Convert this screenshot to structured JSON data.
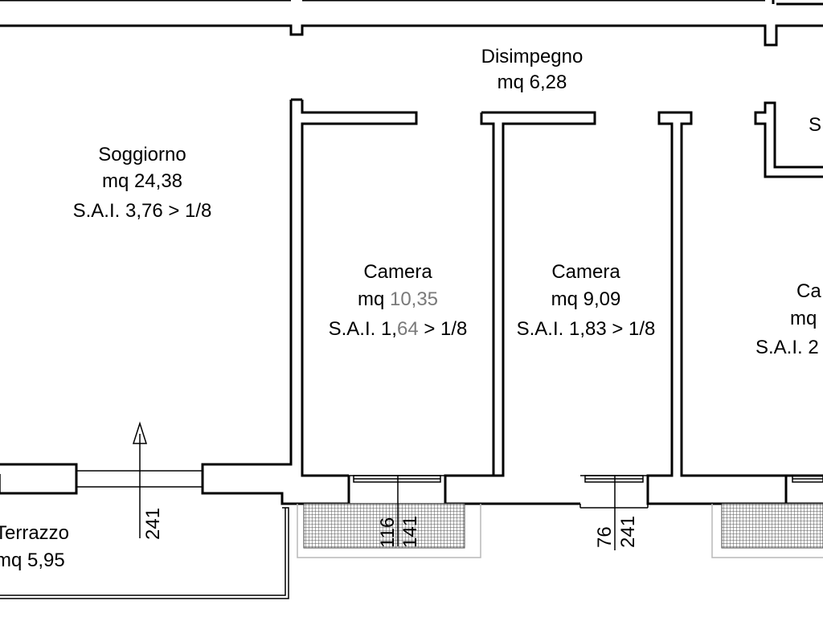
{
  "rooms": [
    {
      "id": "soggiorno",
      "name": "Soggiorno",
      "area": "mq 24,38",
      "sai": "S.A.I. 3,76 > 1/8"
    },
    {
      "id": "disimpegno",
      "name": "Disimpegno",
      "area": "mq 6,28"
    },
    {
      "id": "camera1",
      "name": "Camera",
      "area_prefix": "mq ",
      "area_value": "10,35",
      "sai_prefix": "S.A.I. 1,",
      "sai_highlight": "64",
      "sai_suffix": " > 1/8"
    },
    {
      "id": "camera2",
      "name": "Camera",
      "area": "mq 9,09",
      "sai": "S.A.I. 1,83 > 1/8"
    },
    {
      "id": "camera3",
      "name": "Ca",
      "area": "mq",
      "sai": "S.A.I. 2"
    },
    {
      "id": "terrazzo",
      "name": "Terrazzo",
      "area": "mq 5,95"
    },
    {
      "id": "bagno",
      "name": "S"
    }
  ],
  "dimensions": {
    "soggiorno_window": "241",
    "camera1_top": "116",
    "camera1_bottom": "141",
    "camera2_top": "76",
    "camera2_bottom": "241"
  }
}
